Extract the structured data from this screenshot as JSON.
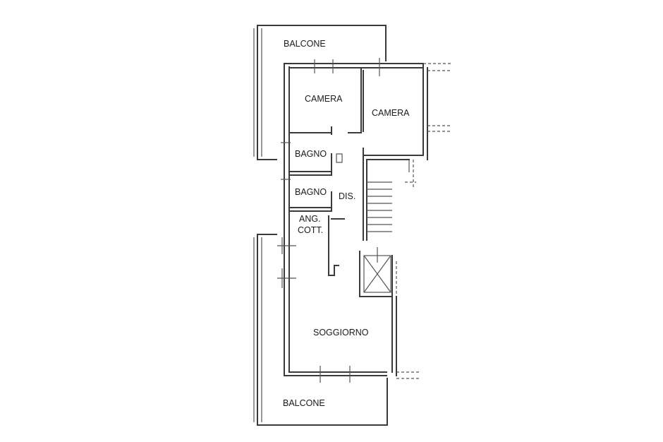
{
  "rooms": {
    "balcone_top": "BALCONE",
    "camera_left": "CAMERA",
    "camera_right": "CAMERA",
    "bagno_1": "BAGNO",
    "bagno_2": "BAGNO",
    "dis": "DIS.",
    "ang_cott_line1": "ANG.",
    "ang_cott_line2": "COTT.",
    "soggiorno": "SOGGIORNO",
    "balcone_bottom": "BALCONE"
  },
  "icons": {
    "stairs": "stairs-icon",
    "lift_shaft": "lift-shaft-icon"
  },
  "colors": {
    "wall": "#3a3a3a",
    "background": "#ffffff"
  }
}
